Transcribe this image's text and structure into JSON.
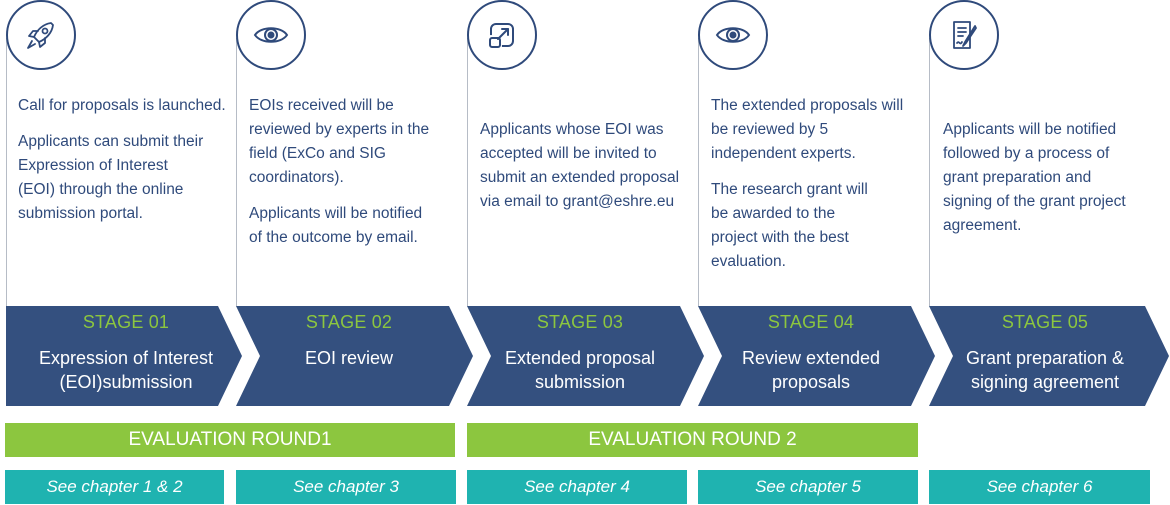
{
  "colors": {
    "navy": "#34507f",
    "green": "#8cc63f",
    "teal": "#1fb3b0",
    "text": "#2f4a7b"
  },
  "stages": [
    {
      "icon": "rocket-icon",
      "stage": "STAGE 01",
      "title_line1": "Expression of Interest",
      "title_line2": "(EOI)submission",
      "paragraphs": [
        "Call for proposals is launched.",
        "Applicants can submit their Expression of Interest (EOI) through the online submission portal."
      ]
    },
    {
      "icon": "eye-icon",
      "stage": "STAGE 02",
      "title_line1": "EOI review",
      "title_line2": "",
      "paragraphs": [
        "EOIs received will be reviewed by experts in the field (ExCo and SIG coordinators).",
        "Applicants will be notified of the outcome by email."
      ]
    },
    {
      "icon": "expand-icon",
      "stage": "STAGE 03",
      "title_line1": "Extended proposal",
      "title_line2": "submission",
      "paragraphs": [
        "Applicants whose EOI was accepted will be invited to submit an extended proposal via email to grant@eshre.eu"
      ]
    },
    {
      "icon": "eye-icon",
      "stage": "STAGE 04",
      "title_line1": "Review extended",
      "title_line2": "proposals",
      "paragraphs": [
        "The extended proposals will be reviewed by 5 independent experts.",
        "The research grant will be awarded to the project with the best evaluation."
      ]
    },
    {
      "icon": "document-sign-icon",
      "stage": "STAGE 05",
      "title_line1": "Grant preparation &",
      "title_line2": "signing agreement",
      "paragraphs": [
        "Applicants will be notified followed by a process of grant preparation and signing of the grant project agreement."
      ]
    }
  ],
  "rounds": [
    "EVALUATION ROUND1",
    "EVALUATION ROUND 2"
  ],
  "chapters": [
    "See chapter 1 & 2",
    "See chapter 3",
    "See chapter 4",
    "See chapter 5",
    "See chapter 6"
  ]
}
